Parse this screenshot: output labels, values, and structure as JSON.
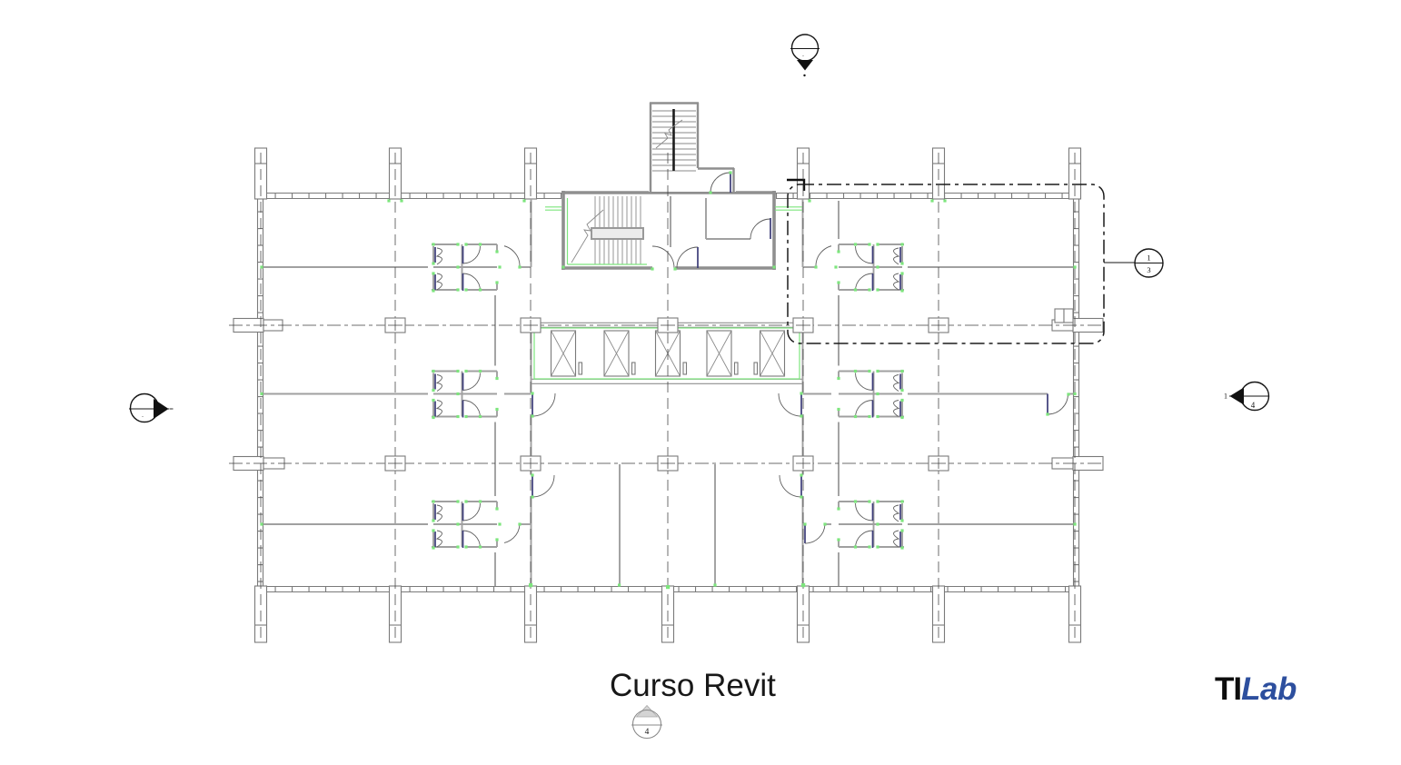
{
  "view": {
    "title": "Curso Revit",
    "title_marker_number": "4"
  },
  "logo": {
    "prefix": "TI",
    "suffix": "Lab"
  },
  "markers": {
    "top_section": {
      "label": "-"
    },
    "left_section": {
      "label": "-"
    },
    "right_section": {
      "ref": "1",
      "sheet": "4"
    },
    "callout": {
      "detail": "1",
      "sheet": "3"
    }
  },
  "colors": {
    "accent_green": "#7de57d",
    "door_panel_blue": "#3c3c78",
    "wall_gray": "#8f8f8f",
    "grid_dark": "#3f3f3f",
    "logo_blue": "#2d4f9e",
    "logo_black": "#0d0d0d"
  }
}
